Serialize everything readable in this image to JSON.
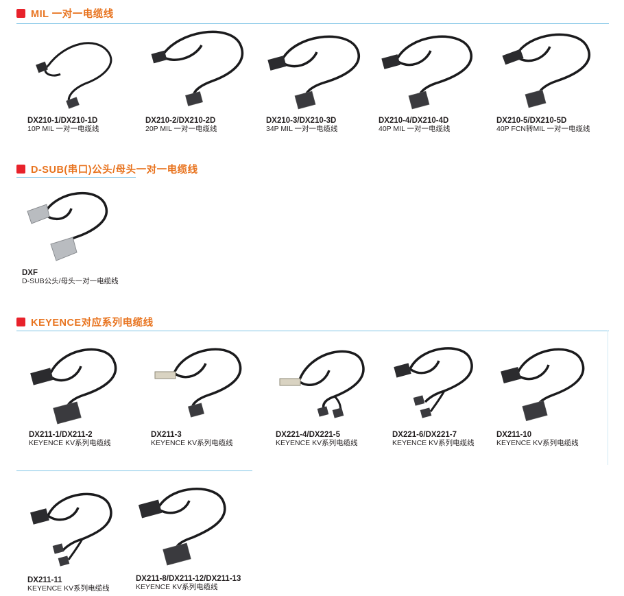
{
  "sections": [
    {
      "title": "MIL 一对一电缆线",
      "products": [
        {
          "model": "DX210-1/DX210-1D",
          "desc": "10P MIL 一对一电缆线",
          "icon": "mil-10p-cable"
        },
        {
          "model": "DX210-2/DX210-2D",
          "desc": "20P MIL 一对一电缆线",
          "icon": "mil-20p-cable"
        },
        {
          "model": "DX210-3/DX210-3D",
          "desc": "34P MIL 一对一电缆线",
          "icon": "mil-34p-cable"
        },
        {
          "model": "DX210-4/DX210-4D",
          "desc": "40P MIL 一对一电缆线",
          "icon": "mil-40p-cable"
        },
        {
          "model": "DX210-5/DX210-5D",
          "desc": "40P FCN转MIL 一对一电缆线",
          "icon": "fcn-mil-40p-cable"
        }
      ]
    },
    {
      "title": "D-SUB(串口)公头/母头一对一电缆线",
      "products": [
        {
          "model": "DXF",
          "desc": "D-SUB公头/母头一对一电缆线",
          "icon": "dsub-cable"
        }
      ]
    },
    {
      "title": "KEYENCE对应系列电缆线",
      "products": [
        {
          "model": "DX211-1/DX211-2",
          "desc": "KEYENCE KV系列电缆线",
          "icon": "keyence-cable"
        },
        {
          "model": "DX211-3",
          "desc": "KEYENCE KV系列电缆线",
          "icon": "keyence-ribbon-cable"
        },
        {
          "model": "DX221-4/DX221-5",
          "desc": "KEYENCE KV系列电缆线",
          "icon": "keyence-ribbon-split-cable"
        },
        {
          "model": "DX221-6/DX221-7",
          "desc": "KEYENCE KV系列电缆线",
          "icon": "keyence-split-cable"
        },
        {
          "model": "DX211-10",
          "desc": "KEYENCE KV系列电缆线",
          "icon": "keyence-cable"
        },
        {
          "model": "DX211-11",
          "desc": "KEYENCE KV系列电缆线",
          "icon": "keyence-split-cable"
        },
        {
          "model": "DX211-8/DX211-12/DX211-13",
          "desc": "KEYENCE KV系列电缆线",
          "icon": "keyence-cable"
        }
      ]
    }
  ],
  "colors": {
    "marker": "#e8222b",
    "section_title": "#e8731e",
    "rule": "#7fc4e6",
    "cable": "#1b1b1d",
    "connector": "#2b2b2e",
    "dsub_shell": "#b9bcc0"
  }
}
